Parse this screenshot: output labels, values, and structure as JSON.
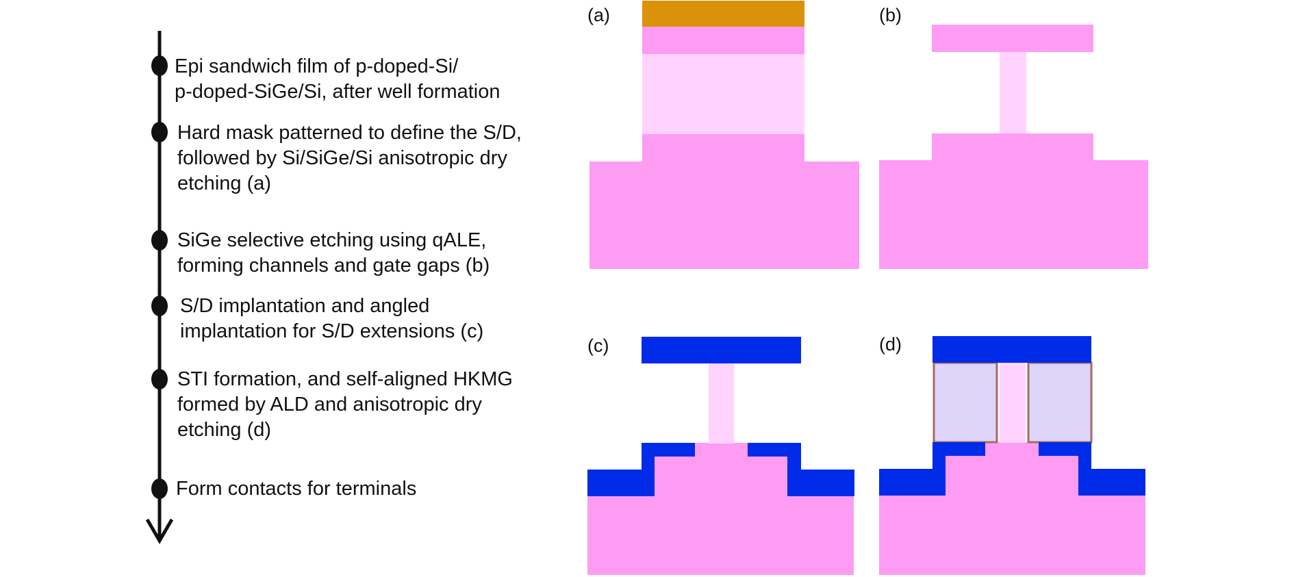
{
  "timeline": {
    "steps": [
      {
        "lines": [
          "Epi sandwich film of p-doped-Si/",
          "p-doped-SiGe/Si, after well formation"
        ]
      },
      {
        "lines": [
          "Hard mask patterned to define the S/D,",
          "followed by Si/SiGe/Si anisotropic dry",
          "etching (a)"
        ]
      },
      {
        "lines": [
          "SiGe selective etching using qALE,",
          "forming channels and gate gaps (b)"
        ]
      },
      {
        "lines": [
          "S/D implantation and angled",
          "implantation for S/D extensions (c)"
        ]
      },
      {
        "lines": [
          "STI formation, and self-aligned HKMG",
          "formed by ALD and anisotropic dry",
          "etching (d)"
        ]
      },
      {
        "lines": [
          "Form contacts for terminals"
        ]
      }
    ]
  },
  "panels": {
    "a": {
      "label": "(a)"
    },
    "b": {
      "label": "(b)"
    },
    "c": {
      "label": "(c)"
    },
    "d": {
      "label": "(d)"
    }
  },
  "colors": {
    "si": "#fe9cf3",
    "sige": "#ffd3fd",
    "hard_mask": "#db9109",
    "implant": "#002be8",
    "gate_fill": "#ded5fb",
    "gate_liner": "#a86a60",
    "line": "#111111"
  }
}
